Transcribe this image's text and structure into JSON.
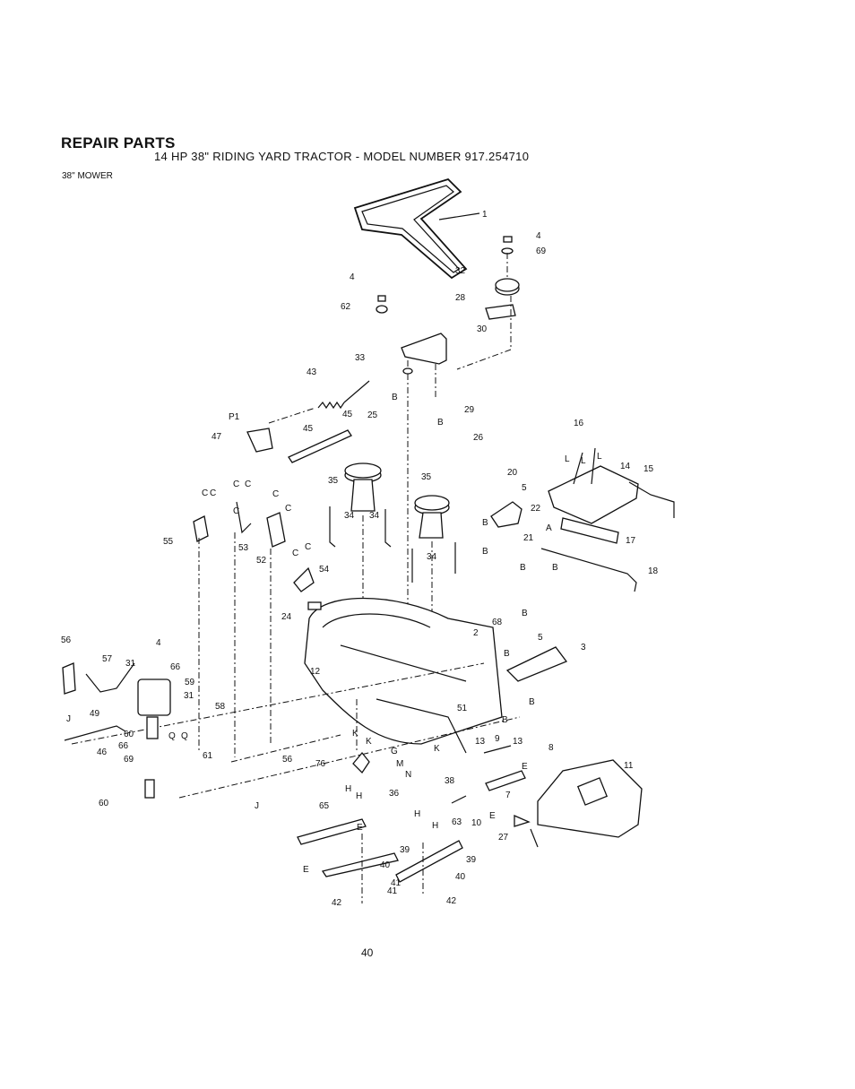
{
  "header": {
    "title": "REPAIR PARTS",
    "subtitle": "14 HP 38\" RIDING YARD TRACTOR - MODEL NUMBER 917.254710",
    "section": "38\" MOWER"
  },
  "page_number": "40",
  "callouts": [
    "1",
    "4",
    "69",
    "32",
    "28",
    "30",
    "4",
    "62",
    "33",
    "43",
    "29",
    "26",
    "25",
    "16",
    "14",
    "15",
    "P1",
    "47",
    "45",
    "45",
    "20",
    "5",
    "22",
    "17",
    "18",
    "21",
    "35",
    "35",
    "34",
    "34",
    "34",
    "55",
    "53",
    "52",
    "54",
    "24",
    "68",
    "5",
    "3",
    "2",
    "56",
    "57",
    "31",
    "66",
    "4",
    "59",
    "31",
    "58",
    "60",
    "66",
    "69",
    "46",
    "49",
    "12",
    "51",
    "61",
    "56",
    "60",
    "76",
    "13",
    "9",
    "13",
    "8",
    "11",
    "65",
    "39",
    "40",
    "41",
    "42",
    "39",
    "40",
    "41",
    "42",
    "38",
    "36",
    "63",
    "10",
    "7",
    "27"
  ],
  "reference_letters": [
    "B",
    "B",
    "B",
    "B",
    "B",
    "B",
    "B",
    "B",
    "B",
    "B",
    "C",
    "C",
    "C",
    "C",
    "C",
    "C",
    "C",
    "C",
    "C",
    "A",
    "L",
    "L",
    "L",
    "J",
    "J",
    "K",
    "K",
    "K",
    "G",
    "M",
    "N",
    "H",
    "H",
    "H",
    "H",
    "Q",
    "Q",
    "E",
    "E",
    "E",
    "E"
  ]
}
